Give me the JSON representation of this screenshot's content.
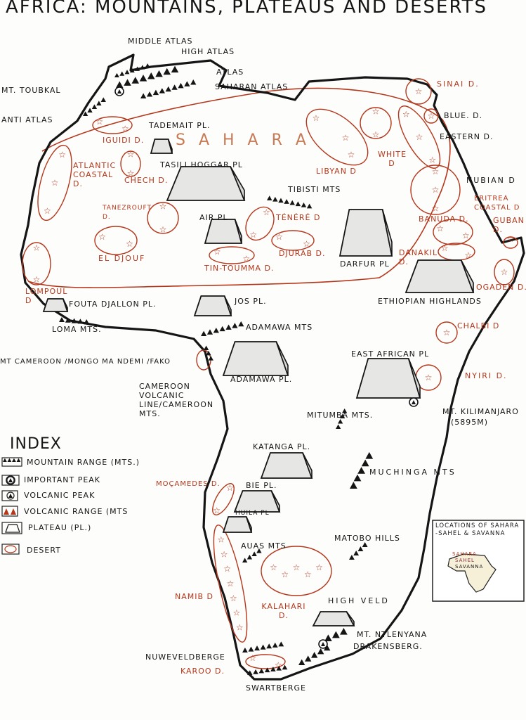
{
  "title": "Africa: Mountains, Plateaus and Deserts",
  "colors": {
    "outline": "#151515",
    "desert": "#b5371b",
    "plateau_fill": "#e6e6e4"
  },
  "sahara_letters": "S A H A R A",
  "mountains": {
    "middle_atlas": "Middle Atlas",
    "high_atlas": "High Atlas",
    "atlas": "Atlas",
    "saharan_atlas": "Saharan Atlas",
    "anti_atlas": "Anti Atlas",
    "tibisti": "Tibisti Mts",
    "adamawa_mts": "Adamawa Mts",
    "loma": "Loma Mts.",
    "cameroon_line": "Cameroon Volcanic Line/Cameroon Mts.",
    "mitumba": "Mitumba Mts.",
    "muchinga": "Muchinga Mts",
    "auas": "Auas Mts",
    "matobo": "Matobo Hills",
    "nuweveldberge": "Nuweveldberge",
    "swartberge": "Swartberge",
    "drakensberg": "Drakensberg."
  },
  "peaks": {
    "toubkal": "Mt. Toubkal",
    "cameroon": "Mt Cameroon /Mongo ma Ndemi /Fako",
    "kilimanjaro": "Mt. Kilimanjaro",
    "kilimanjaro_height": "(5895m)",
    "ntlenyana": "Mt. Ntlenyana"
  },
  "plateaus": {
    "tademait": "Tademait Pl.",
    "tasili_hoggar": "Tasili  Hoggar Pl",
    "air": "Air Pl",
    "darfur": "Darfur Pl",
    "fouta_djallon": "Fouta Djallon Pl.",
    "jos": "Jos Pl.",
    "ethiopian": "Ethiopian Highlands",
    "adamawa": "Adamawa Pl.",
    "east_african": "East African Pl",
    "katanga": "Katanga Pl.",
    "bie": "Bie Pl.",
    "huila": "Huila Pl",
    "high_veld": "High Veld"
  },
  "deserts": {
    "iguidi": "Iguidi D.",
    "atlantic_coastal": "Atlantic Coastal D.",
    "chech": "Chech D.",
    "tanezrouft": "Tanezrouft D.",
    "el_djouf": "El Djouf",
    "lompoul": "Lompoul D",
    "libyan": "Libyan D",
    "white": "White D",
    "eastern": "Eastern D.",
    "sinai": "Sinai D.",
    "blue": "Blue. D.",
    "nubian": "Nubian D",
    "eritrea": "Eritrea Coastal D",
    "guban": "Guban D.",
    "banuda": "Banuda D.",
    "danakil": "Danakil D.",
    "ogaden": "Ogaden D.",
    "tenere": "Ténéré D",
    "djurab": "Djurab D.",
    "tin_toumma": "Tin-Toumma D.",
    "chalbi": "Chalbi D",
    "nyiri": "Nyiri D.",
    "mocamedes": "Moçamedes D.",
    "namib": "Namib D",
    "kalahari": "Kalahari D.",
    "karoo": "Karoo D."
  },
  "index": {
    "title": "Index",
    "items": [
      "Mountain Range (Mts.)",
      "Important Peak",
      "Volcanic Peak",
      "Volcanic Range (Mts",
      "Plateau (Pl.)",
      "Desert"
    ]
  },
  "inset": {
    "title": "Locations of Sahara -Sahel & Savanna",
    "sahara": "Sahara",
    "sahel": "Sahel",
    "savanna": "Savanna"
  }
}
